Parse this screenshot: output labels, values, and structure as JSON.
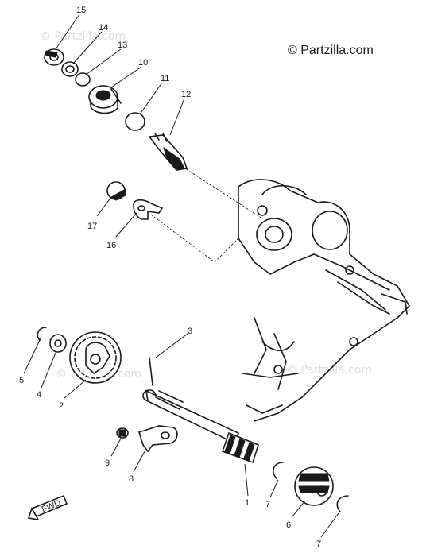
{
  "copyright": "© Partzilla.com",
  "watermarks": [
    "© Partzilla.com",
    "© Partzilla.com",
    "© Partzilla.com"
  ],
  "fwd_label": "FWD",
  "callouts": [
    "15",
    "14",
    "13",
    "10",
    "11",
    "12",
    "17",
    "16",
    "3",
    "5",
    "4",
    "2",
    "9",
    "8",
    "1",
    "7",
    "6",
    "7"
  ],
  "colors": {
    "ink": "#1a1a1a",
    "paper": "#ffffff",
    "watermark": "#dddddd"
  }
}
